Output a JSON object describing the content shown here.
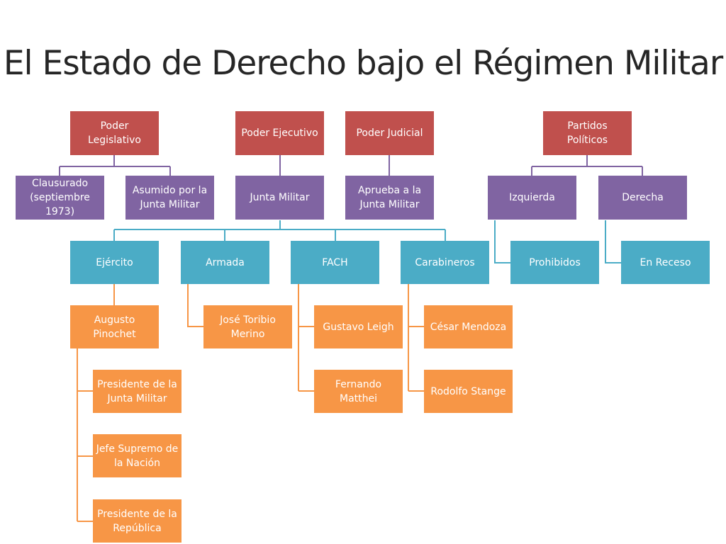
{
  "title": "El Estado de Derecho bajo el Régimen Militar",
  "colors": {
    "red": "#c0504d",
    "purple": "#8064a2",
    "cyan": "#4bacc6",
    "orange": "#f79646"
  },
  "nodes": {
    "poder_legislativo": "Poder\nLegislativo",
    "poder_ejecutivo": "Poder Ejecutivo",
    "poder_judicial": "Poder Judicial",
    "partidos_politicos": "Partidos\nPolíticos",
    "clausurado": "Clausurado\n(septiembre\n1973)",
    "asumido_junta": "Asumido por la\nJunta Militar",
    "junta_militar": "Junta Militar",
    "aprueba_junta": "Aprueba a la\nJunta Militar",
    "izquierda": "Izquierda",
    "derecha": "Derecha",
    "ejercito": "Ejército",
    "armada": "Armada",
    "fach": "FACH",
    "carabineros": "Carabineros",
    "prohibidos": "Prohibidos",
    "en_receso": "En Receso",
    "augusto_pinochet": "Augusto\nPinochet",
    "jose_toribio_merino": "José Toribio\nMerino",
    "gustavo_leigh": "Gustavo Leigh",
    "cesar_mendoza": "César Mendoza",
    "fernando_matthei": "Fernando\nMatthei",
    "rodolfo_stange": "Rodolfo Stange",
    "presidente_junta": "Presidente de la\nJunta Militar",
    "jefe_supremo": "Jefe Supremo de\nla Nación",
    "presidente_republica": "Presidente de la\nRepública"
  }
}
